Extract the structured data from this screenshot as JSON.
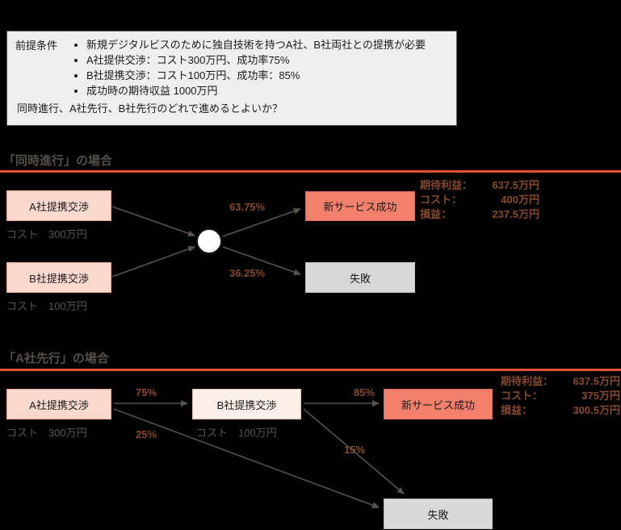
{
  "colors": {
    "background": "#000000",
    "accent_rule": "#E8502F",
    "premise_box": "#EFEFEF",
    "negotiation_box": "#FBD9CF",
    "success_box": "#F2806D",
    "fail_box": "#D9D9D9",
    "emphasis_text": "#86492A"
  },
  "premise": {
    "label": "前提条件",
    "bullets": [
      "新規デジタルビスのために独自技術を持つA社、B社両社との提携が必要",
      "A社提供交渉：コスト300万円、成功率75%",
      "B社提携交渉：コスト100万円、成功率：85%",
      "成功時の期待収益 1000万円"
    ],
    "question": "同時進行、A社先行、B社先行のどれで進めるとよいか？"
  },
  "simultaneous": {
    "title": "「同時進行」の場合",
    "node_a": "A社提携交渉",
    "node_b": "B社提携交渉",
    "cost_a": "コスト　300万円",
    "cost_b": "コスト　100万円",
    "prob_success": "63.75%",
    "prob_fail": "36.25%",
    "success": "新サービス成功",
    "fail": "失敗",
    "stats": [
      {
        "label": "期待利益：",
        "value": "637.5万円"
      },
      {
        "label": "コスト：",
        "value": "400万円"
      },
      {
        "label": "損益：",
        "value": "237.5万円"
      }
    ]
  },
  "a_first": {
    "title": "「A社先行」の場合",
    "node_a": "A社提携交渉",
    "node_b": "B社提携交渉",
    "cost_a": "コスト　300万円",
    "cost_b": "コスト　100万円",
    "prob_a_to_b": "75%",
    "prob_a_fail": "25%",
    "prob_success": "85%",
    "prob_b_fail": "15%",
    "success": "新サービス成功",
    "fail": "失敗",
    "stats": [
      {
        "label": "期待利益：",
        "value": "637.5万円"
      },
      {
        "label": "コスト：",
        "value": "375万円"
      },
      {
        "label": "損益：",
        "value": "300.5万円"
      }
    ]
  }
}
